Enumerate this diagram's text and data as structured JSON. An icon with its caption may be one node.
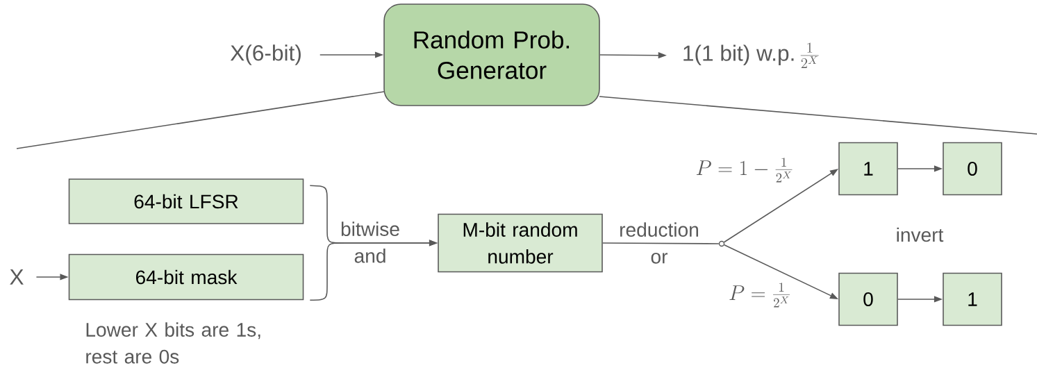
{
  "diagram": {
    "nodes": [
      {
        "text": [
          "X(6-bit)"
        ]
      },
      {
        "text": [
          "Random Prob. Generator"
        ]
      },
      {
        "text": [
          "1(1 bit) w.p.",
          "\\frac{1}{2^{X}}"
        ]
      },
      {
        "text": [
          "64-bit LFSR"
        ]
      },
      {
        "text": [
          "X"
        ]
      },
      {
        "text": [
          "64-bit mask"
        ],
        "beside": [
          "Lower X bits are 1s, rest are 0s"
        ]
      },
      {
        "text": [
          "M-bit random number"
        ]
      },
      {
        "text": [],
        "shape": "circle"
      },
      {
        "text": [
          "1"
        ]
      },
      {
        "text": [
          "0"
        ]
      },
      {
        "text": [
          "0"
        ]
      },
      {
        "text": [
          "1"
        ]
      }
    ],
    "edges": [
      {
        "from": 0,
        "to": 1,
        "arrow": "to"
      },
      {
        "from": 1,
        "to": 2,
        "arrow": "to"
      },
      {
        "from": 4,
        "to": 5,
        "arrow": "to"
      },
      {
        "from": 3,
        "to": 6,
        "arrow": "to",
        "label": "bitwise and"
      },
      {
        "from": 5,
        "to": 6,
        "arrow": "to"
      },
      {
        "from": 6,
        "to": 7,
        "arrow": "none",
        "label": "reduction or"
      },
      {
        "from": 7,
        "to": 8,
        "arrow": "to",
        "label": "P = 1 - \\frac{1}{2^{X}}"
      },
      {
        "from": 7,
        "to": 10,
        "arrow": "to",
        "label": "P = \\frac{1}{2^{X}}"
      },
      {
        "from": 8,
        "to": 9,
        "arrow": "to"
      },
      {
        "from": 10,
        "to": 11,
        "arrow": "to"
      }
    ],
    "labels": [
      "invert"
    ]
  }
}
